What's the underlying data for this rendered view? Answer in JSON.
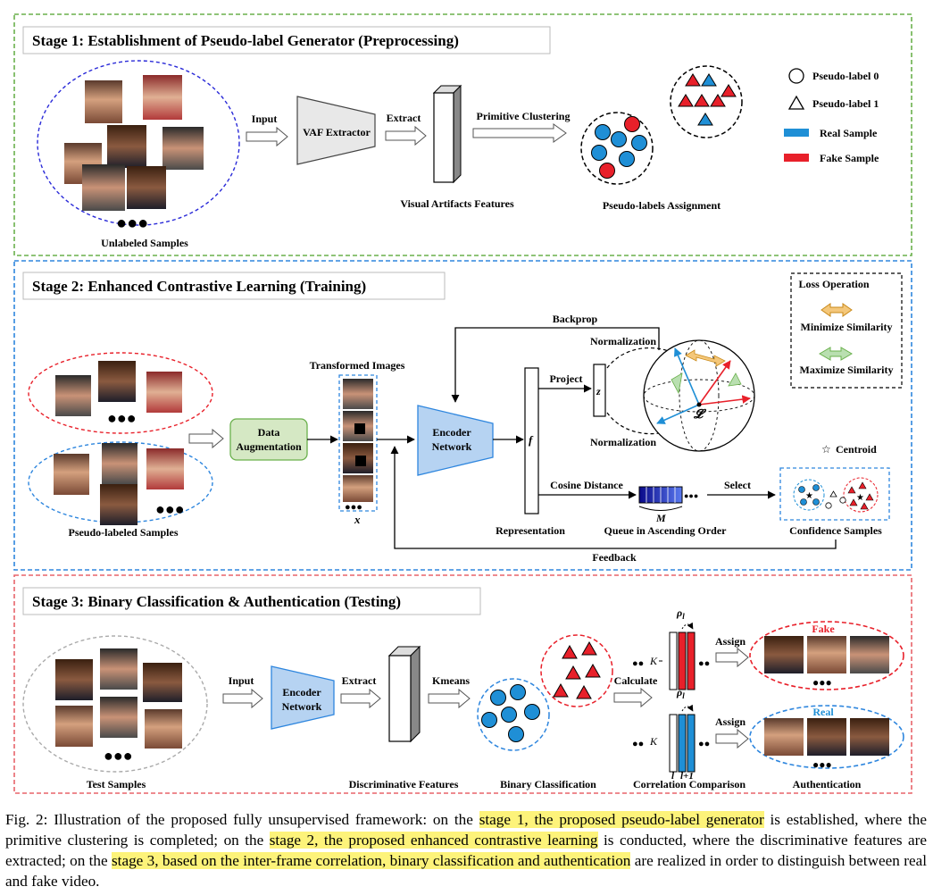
{
  "stage1": {
    "title": "Stage 1: Establishment of Pseudo-label Generator (Preprocessing)",
    "unlabeled_samples": "Unlabeled Samples",
    "input": "Input",
    "vaf_extractor": "VAF Extractor",
    "extract": "Extract",
    "primitive_clustering": "Primitive Clustering",
    "visual_artifacts_features": "Visual Artifacts Features",
    "pseudo_labels_assignment": "Pseudo-labels Assignment",
    "legend": {
      "pseudo_label_0": "Pseudo-label 0",
      "pseudo_label_1": "Pseudo-label 1",
      "real_sample": "Real Sample",
      "fake_sample": "Fake Sample",
      "real_color": "#1f8fd6",
      "fake_color": "#e8202a"
    }
  },
  "stage2": {
    "title": "Stage 2: Enhanced Contrastive Learning (Training)",
    "pseudo_labeled_samples": "Pseudo-labeled Samples",
    "data_augmentation": [
      "Data",
      "Augmentation"
    ],
    "transformed_images": "Transformed Images",
    "x": "x",
    "encoder_network": [
      "Encoder",
      "Network"
    ],
    "f": "f",
    "representation": "Representation",
    "backprop": "Backprop",
    "normalization_top": "Normalization",
    "normalization_bottom": "Normalization",
    "project": "Project",
    "z": "z",
    "loss_symbol": "𝓛",
    "cosine_distance": "Cosine Distance",
    "M": "M",
    "queue": "Queue in Ascending Order",
    "select": "Select",
    "confidence_samples": "Confidence Samples",
    "centroid": "Centroid",
    "feedback": "Feedback",
    "loss_box": {
      "title": "Loss Operation",
      "minimize": "Minimize Similarity",
      "maximize": "Maximize Similarity"
    }
  },
  "stage3": {
    "title": "Stage 3: Binary Classification & Authentication (Testing)",
    "test_samples": "Test Samples",
    "input": "Input",
    "encoder_network": [
      "Encoder",
      "Network"
    ],
    "extract": "Extract",
    "kmeans": "Kmeans",
    "discriminative_features": "Discriminative Features",
    "binary_classification": "Binary Classification",
    "calculate": "Calculate",
    "rho_top": "ρ",
    "rho_sub": "l",
    "K": "K",
    "l_label": "l",
    "l1_label": "l+1",
    "correlation_comparison": "Correlation Comparison",
    "assign_top": "Assign",
    "assign_bottom": "Assign",
    "fake": "Fake",
    "real": "Real",
    "authentication": "Authentication"
  },
  "caption": {
    "prefix": "Fig. 2: Illustration of the proposed fully unsupervised framework: on the ",
    "hl1": "stage 1, the proposed pseudo-label generator",
    "mid1": " is established, where the primitive clustering is completed; on the ",
    "hl2": "stage 2, the proposed enhanced contrastive learning",
    "mid2": " is conducted, where the discriminative features are extracted; on the ",
    "hl3": "stage 3, based on the inter-frame correlation, binary classification and authentication",
    "suffix": " are realized in order to distinguish between real and fake video."
  },
  "colors": {
    "stage1_border": "#6ab04c",
    "stage2_border": "#2e86de",
    "stage3_border": "#e8646a",
    "encoder_fill": "#b6d3f2",
    "augmentation_fill": "#d5e8c4",
    "highlight": "#fdf37a"
  }
}
